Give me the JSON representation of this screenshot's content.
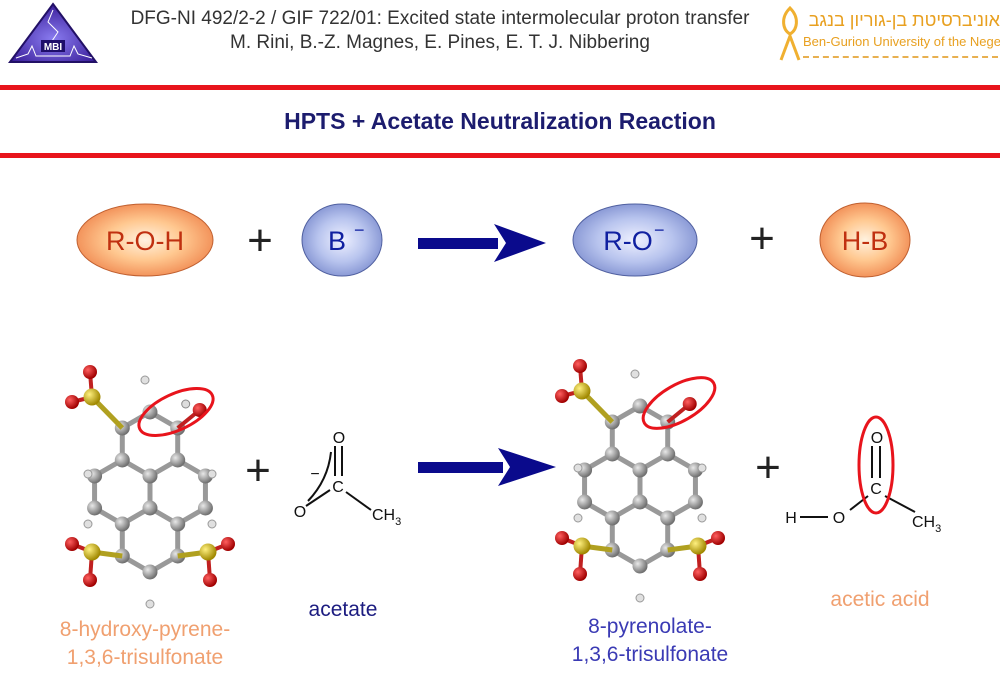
{
  "header": {
    "line1": "DFG-NI 492/2-2 / GIF 722/01: Excited state intermolecular proton transfer",
    "line2": "M. Rini, B.-Z. Magnes, E. Pines, E. T. J. Nibbering",
    "left_logo": "MBI",
    "right_logo_hebrew": "אוניברסיטת בן-גוריון בנגב",
    "right_logo_english": "Ben-Gurion University of the Negev"
  },
  "title": "HPTS + Acetate Neutralization Reaction",
  "scheme": {
    "reactant1": "R-O-H",
    "reactant2": "B",
    "reactant2_charge": "−",
    "product1": "R-O",
    "product1_charge": "−",
    "product2": "H-B",
    "plus": "+"
  },
  "acetate": {
    "o_top": "O",
    "c": "C",
    "o_left": "O",
    "ch3": "CH",
    "sub": "3",
    "charge": "−"
  },
  "acetic": {
    "o_top": "O",
    "c": "C",
    "o": "O",
    "h": "H",
    "ch3": "CH",
    "sub": "3"
  },
  "labels": {
    "hpts_line1": "8-hydroxy-pyrene-",
    "hpts_line2": "1,3,6-trisulfonate",
    "acetate": "acetate",
    "pyrenolate_line1": "8-pyrenolate-",
    "pyrenolate_line2": "1,3,6-trisulfonate",
    "acetic_acid": "acetic acid"
  },
  "colors": {
    "red": "#e8141c",
    "navy": "#1c1c6e",
    "arrow": "#0a0a8c",
    "orange_label": "#f0a070",
    "blue_label": "#3a3ab4"
  }
}
